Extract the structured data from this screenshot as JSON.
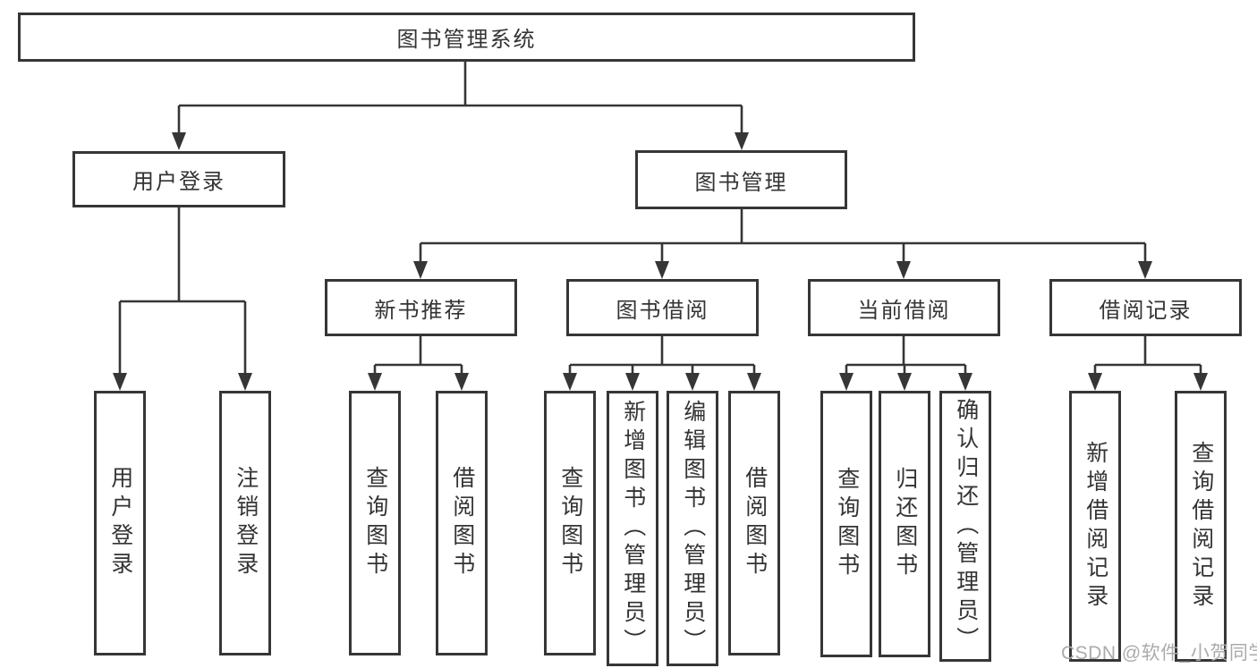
{
  "nodes": {
    "root": "图书管理系统",
    "level2": [
      "用户登录",
      "图书管理"
    ],
    "level3": [
      "新书推荐",
      "图书借阅",
      "当前借阅",
      "借阅记录"
    ],
    "leaves": [
      "用户登录",
      "注销登录",
      "查询图书",
      "借阅图书",
      "查询图书",
      "新增图书（管理员）",
      "编辑图书（管理员）",
      "借阅图书",
      "查询图书",
      "归还图书",
      "确认归还（管理员）",
      "新增借阅记录",
      "查询借阅记录"
    ]
  },
  "watermark": "CSDN @软件_小贺同学",
  "colors": {
    "line": "#363636",
    "box_border": "#363636",
    "text": "#333333",
    "watermark": "#ababab",
    "background": "#ffffff"
  }
}
